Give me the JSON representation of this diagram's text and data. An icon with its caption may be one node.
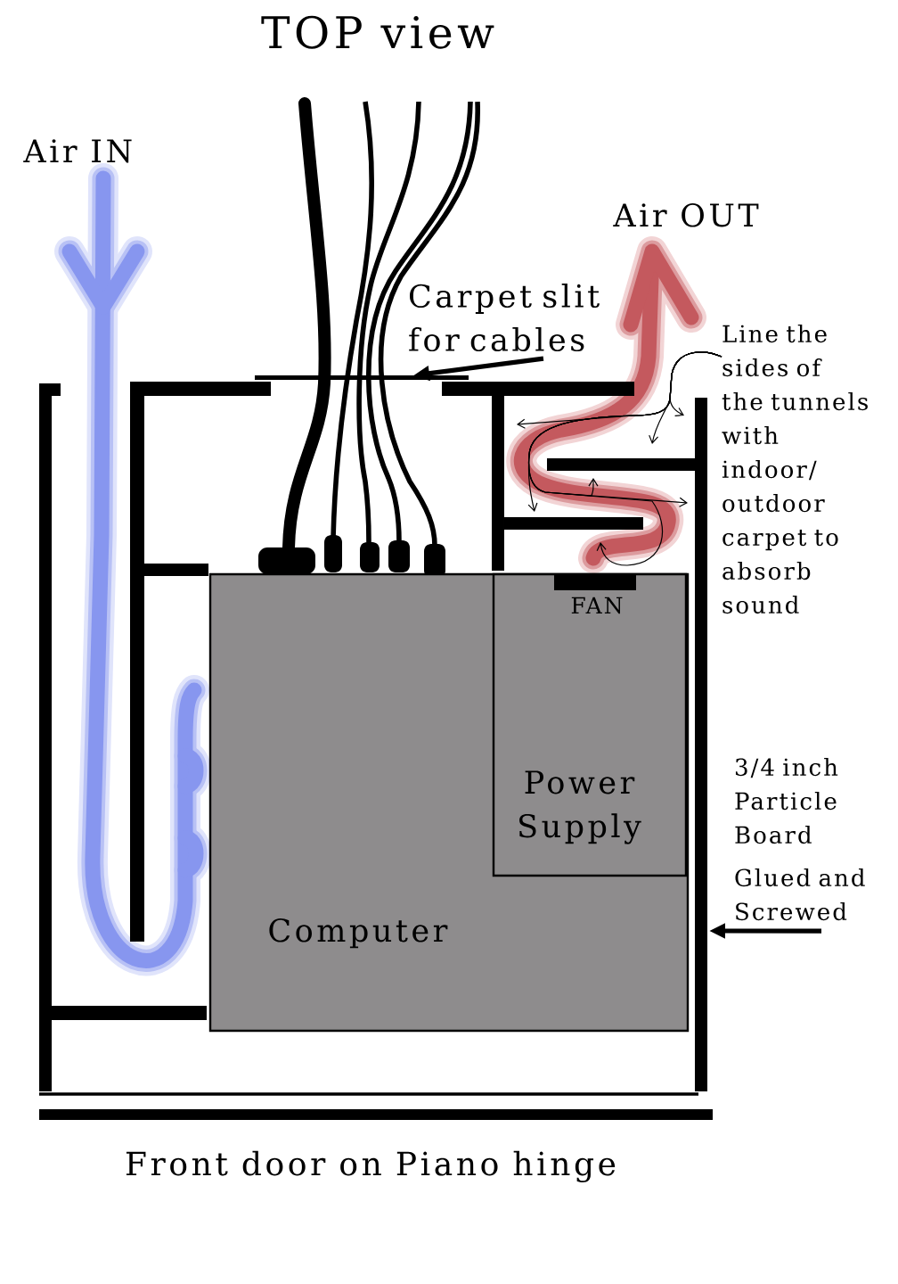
{
  "diagram": {
    "title": "TOP view",
    "nodes": [
      {
        "text": [
          "Carpet slit for cables"
        ]
      },
      {
        "text": [],
        "shape": "bar"
      },
      {
        "text": [
          "Line the sides of the tunnels with indoor/ outdoor carpet to absorb sound"
        ]
      },
      {
        "text": [
          "Computer"
        ]
      },
      {
        "text": [
          "Power Supply"
        ],
        "in": 3
      },
      {
        "text": [
          "3/4 inch Particle Board",
          "Glued and Screwed"
        ]
      }
    ],
    "edges": [
      {
        "from": 0,
        "to": 1,
        "arrow": "to",
        "style": "thick"
      },
      {
        "from": 2,
        "to": null,
        "arrow": "to"
      },
      {
        "from": 2,
        "to": null,
        "arrow": "to"
      },
      {
        "from": 2,
        "to": null,
        "arrow": "to"
      },
      {
        "from": 2,
        "to": null,
        "arrow": "to"
      },
      {
        "from": 2,
        "to": null,
        "arrow": "to"
      },
      {
        "from": 2,
        "to": null,
        "arrow": "to"
      },
      {
        "from": 2,
        "to": null,
        "arrow": "to"
      },
      {
        "from": 5,
        "to": null,
        "arrow": "to",
        "style": "thick"
      }
    ],
    "labels": [
      "Air IN",
      "Air OUT",
      "FAN",
      "Front door on Piano hinge"
    ]
  }
}
